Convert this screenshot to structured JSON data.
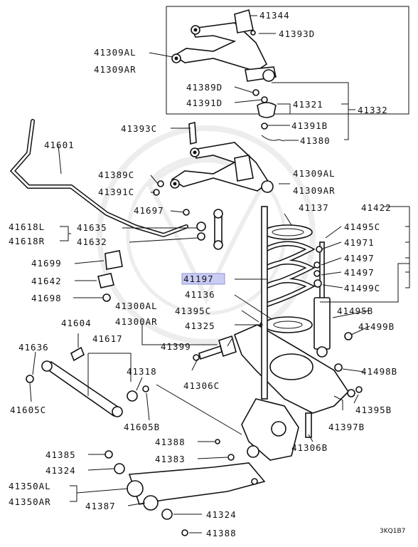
{
  "diagram": {
    "highlight": "41197",
    "catalog_code": "3KQ1B7",
    "labels": [
      "41344",
      "41393D",
      "41309AL",
      "41309AR",
      "41389D",
      "41391D",
      "41321",
      "41332",
      "41391B",
      "41380",
      "41393C",
      "41601",
      "41389C",
      "41391C",
      "41309AL",
      "41309AR",
      "41697",
      "41137",
      "41422",
      "41618L",
      "41618R",
      "41635",
      "41632",
      "41495C",
      "41971",
      "41699",
      "41497",
      "41497",
      "41642",
      "41197",
      "41499C",
      "41698",
      "41136",
      "41300AL",
      "41395C",
      "41300AR",
      "41495B",
      "41604",
      "41325",
      "41499B",
      "41636",
      "41617",
      "41399",
      "41318",
      "41306C",
      "41498B",
      "41605C",
      "41605B",
      "41395B",
      "41397B",
      "41388",
      "41306B",
      "41385",
      "41383",
      "41324",
      "41350AL",
      "41350AR",
      "41387",
      "41324",
      "41388"
    ]
  },
  "colors": {
    "highlight": "#c9cdf5"
  }
}
